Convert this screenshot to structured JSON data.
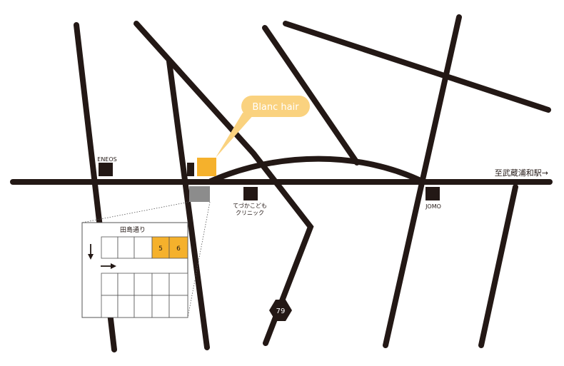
{
  "shop": {
    "name": "Blanc hair",
    "color": "#f5b12c",
    "callout_color": "#fad27f"
  },
  "landmarks": {
    "eneos": "ENEOS",
    "clinic_line1": "てづかこども",
    "clinic_line2": "クリニック",
    "jomo": "JOMO"
  },
  "direction_label": "至武蔵浦和駅→",
  "route_number": "79",
  "parking": {
    "street_label": "田島通り",
    "spaces": [
      "5",
      "6"
    ],
    "highlight_color": "#f5b12c",
    "entrance_color": "#8c8c8c"
  },
  "colors": {
    "road": "#231815",
    "background": "#ffffff"
  }
}
